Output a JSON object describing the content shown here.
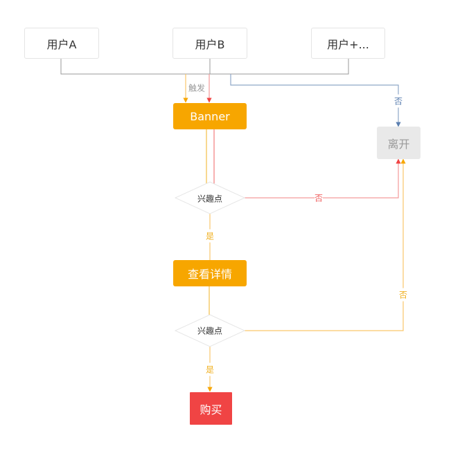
{
  "colors": {
    "orange": "#f7a600",
    "red": "#f04444",
    "blue": "#5b7fb0",
    "gray_line": "#9a9a9a",
    "leave_bg": "#e9e9e9"
  },
  "nodes": {
    "user_a": "用户A",
    "user_b": "用户B",
    "user_more": "用户+...",
    "banner": "Banner",
    "interest_1": "兴趣点",
    "view_details": "查看详情",
    "interest_2": "兴趣点",
    "buy": "购买",
    "leave": "离开"
  },
  "edges": {
    "trigger": "触发",
    "no_top": "否",
    "no_interest_1": "否",
    "yes_interest_1": "是",
    "no_interest_2": "否",
    "yes_interest_2": "是"
  }
}
